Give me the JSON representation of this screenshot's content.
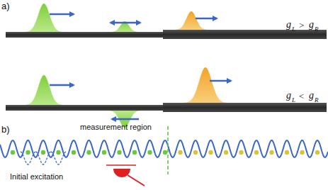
{
  "diagram": {
    "labels": [
      "a)",
      "g",
      "L",
      ">",
      "g",
      "R",
      "g",
      "L",
      "<",
      "g",
      "R",
      "b)",
      "measurement region",
      "Initial excitation"
    ]
  }
}
